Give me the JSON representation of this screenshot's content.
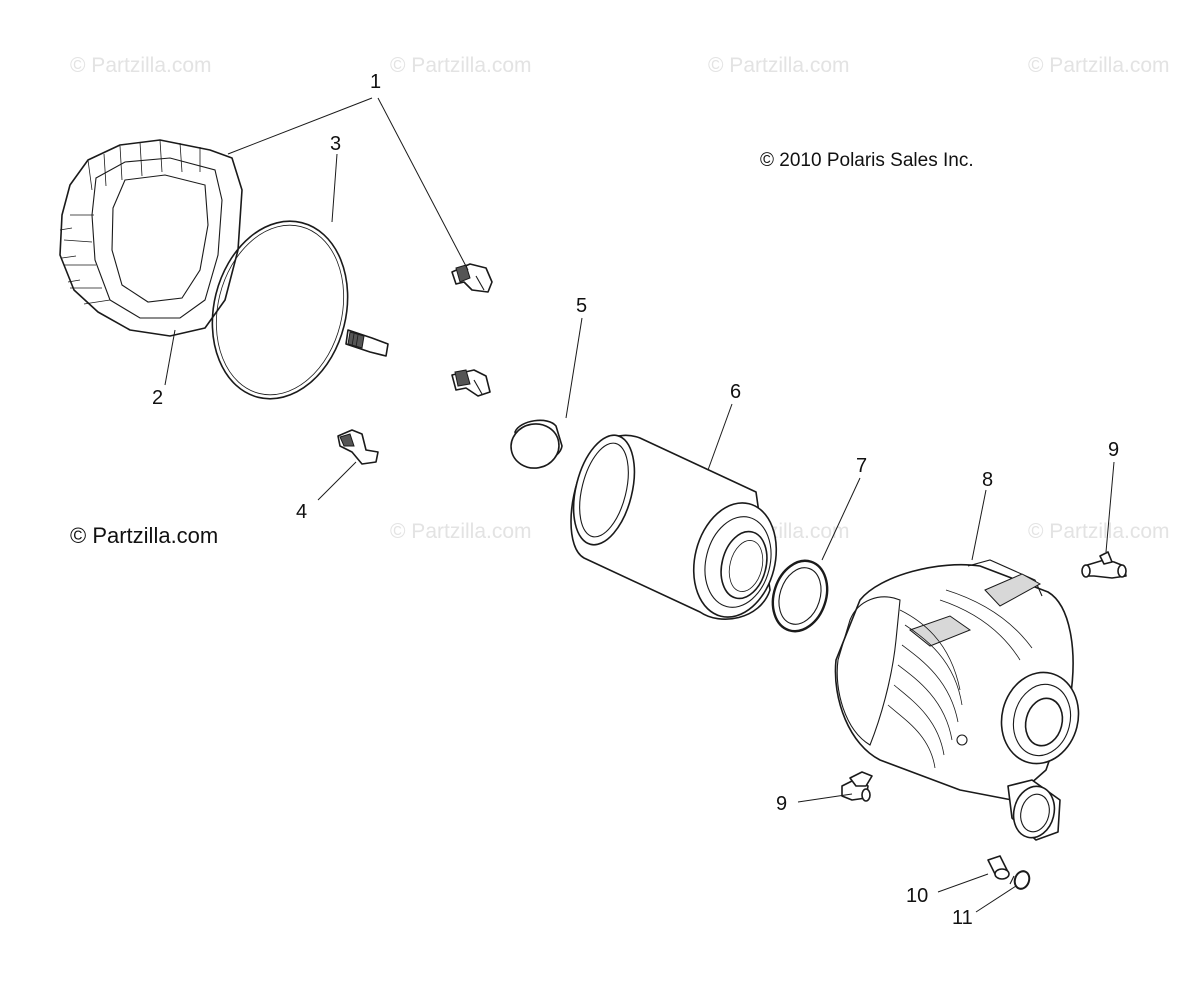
{
  "watermarks": [
    "© Partzilla.com",
    "© Partzilla.com",
    "© Partzilla.com",
    "© Partzilla.com",
    "© Partzilla.com",
    "© Partzilla.com",
    "© Partzilla.com"
  ],
  "copyright": "© 2010 Polaris Sales Inc.",
  "site_credit": "© Partzilla.com",
  "callouts": {
    "c1": "1",
    "c2": "2",
    "c3": "3",
    "c4": "4",
    "c5": "5",
    "c6": "6",
    "c7": "7",
    "c8": "8",
    "c9a": "9",
    "c9b": "9",
    "c10": "10",
    "c11": "11"
  }
}
